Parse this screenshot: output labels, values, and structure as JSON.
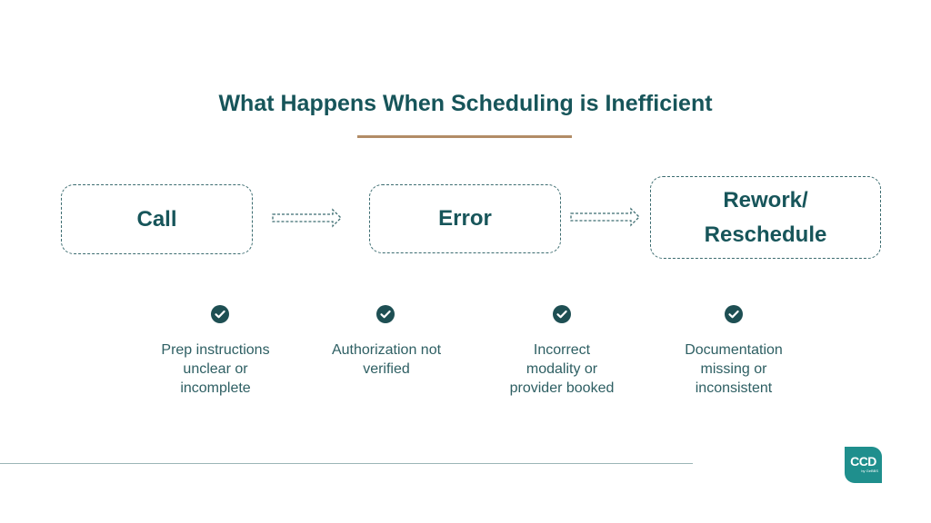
{
  "title": "What Happens When Scheduling is Inefficient",
  "flow": {
    "steps": [
      {
        "label": "Call"
      },
      {
        "label": "Error"
      },
      {
        "label_line1": "Rework/",
        "label_line2": "Reschedule"
      }
    ]
  },
  "issues": [
    {
      "line1": "Prep instructions",
      "line2": "unclear or",
      "line3": "incomplete"
    },
    {
      "line1": "Authorization not",
      "line2": "verified"
    },
    {
      "line1": "Incorrect",
      "line2": "modality or",
      "line3": "provider booked"
    },
    {
      "line1": "Documentation",
      "line2": "missing or",
      "line3": "inconsistent"
    }
  ],
  "logo": {
    "text": "CCD",
    "subtext": "by GeBBS"
  },
  "colors": {
    "primary": "#17555a",
    "accent": "#b28c66",
    "check": "#1e4f53",
    "logo": "#1f8f8d"
  },
  "icons": {
    "check": "check-circle-icon",
    "arrow": "dashed-right-arrow-icon"
  }
}
